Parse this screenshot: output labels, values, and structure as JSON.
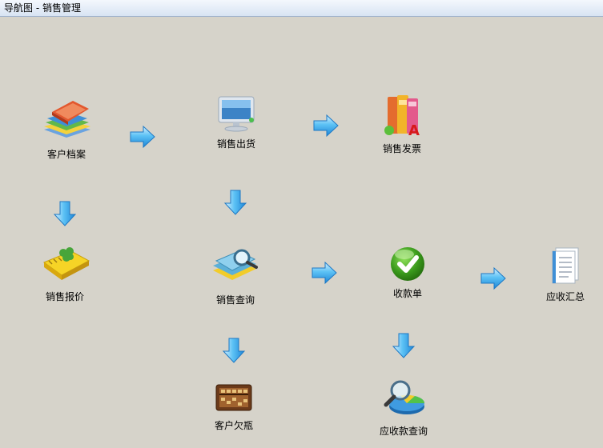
{
  "title": "导航图 - 销售管理",
  "nodes": {
    "customer_archive": "客户档案",
    "sales_shipment": "销售出货",
    "sales_invoice": "销售发票",
    "sales_quote": "销售报价",
    "sales_query": "销售查询",
    "receipt": "收款单",
    "receivable_summary": "应收汇总",
    "customer_arrears": "客户欠瓶",
    "receivable_query": "应收款查询"
  },
  "colors": {
    "background": "#d6d3ca",
    "arrow": "#3ea7ea",
    "check_green": "#3a9a1c"
  },
  "icons": {
    "customer_archive": "books-icon",
    "sales_shipment": "monitor-icon",
    "sales_invoice": "abc-books-icon",
    "sales_quote": "clover-notebook-icon",
    "sales_query": "magnifier-books-icon",
    "receipt": "check-icon",
    "receivable_summary": "document-icon",
    "customer_arrears": "abacus-icon",
    "receivable_query": "magnifier-pie-icon"
  }
}
